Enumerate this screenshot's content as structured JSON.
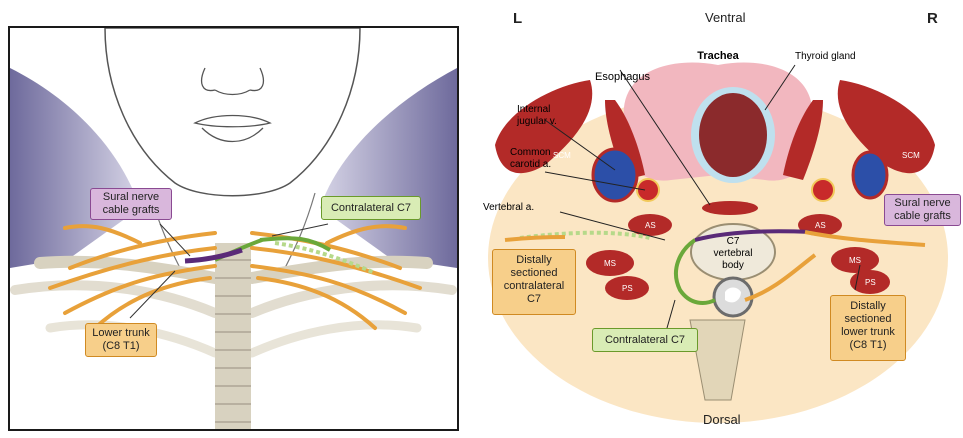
{
  "left": {
    "labels": {
      "sural": [
        "Sural nerve",
        "cable grafts"
      ],
      "contralateral": "Contralateral C7",
      "lower_trunk": [
        "Lower trunk",
        "(C8 T1)"
      ]
    }
  },
  "right": {
    "orientation": {
      "left": "L",
      "right": "R",
      "top": "Ventral",
      "bottom": "Dorsal"
    },
    "anatomy": {
      "trachea": "Trachea",
      "thyroid": "Thyroid gland",
      "esophagus": "Esophagus",
      "ijv": [
        "Internal",
        "jugular v."
      ],
      "carotid": [
        "Common",
        "carotid a."
      ],
      "vertebral": "Vertebral a.",
      "scm_left": "SCM",
      "scm_right": "SCM",
      "as_left": "AS",
      "as_right": "AS",
      "ms_left": "MS",
      "ms_right": "MS",
      "ps_left": "PS",
      "ps_right": "PS",
      "vertebra": [
        "C7",
        "vertebral",
        "body"
      ]
    },
    "labels": {
      "sural": [
        "Sural nerve",
        "cable grafts"
      ],
      "distal_c7": [
        "Distally",
        "sectioned",
        "contralateral",
        "C7"
      ],
      "contralateral": "Contralateral C7",
      "distal_lower": [
        "Distally",
        "sectioned",
        "lower trunk",
        "(C8 T1)"
      ]
    }
  },
  "colors": {
    "nerve": "#e8a13a",
    "graft": "#5a2a78",
    "c7": "#6aa83a",
    "muscle": "#b32a28",
    "vein": "#2c4fa8",
    "thyroid": "#f2b7bf",
    "tissue": "#fbe6c4",
    "bone": "#d8d2c0"
  }
}
